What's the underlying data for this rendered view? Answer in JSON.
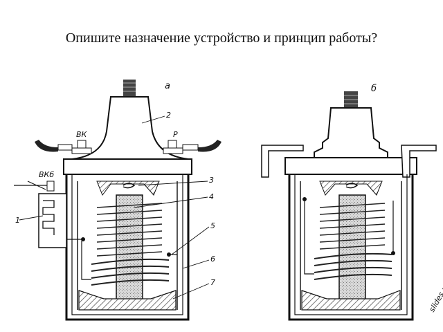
{
  "slide": {
    "title": "Опишите назначение устройство и принцип работы?"
  },
  "figure": {
    "diagram_a": {
      "caption": "а",
      "terminals": {
        "vk": "ВК",
        "p": "Р",
        "vkb": "ВКб"
      },
      "callouts": [
        "1",
        "2",
        "3",
        "4",
        "5",
        "6",
        "7"
      ]
    },
    "diagram_b": {
      "caption": "б"
    },
    "corner_mark": "slides.ru"
  }
}
